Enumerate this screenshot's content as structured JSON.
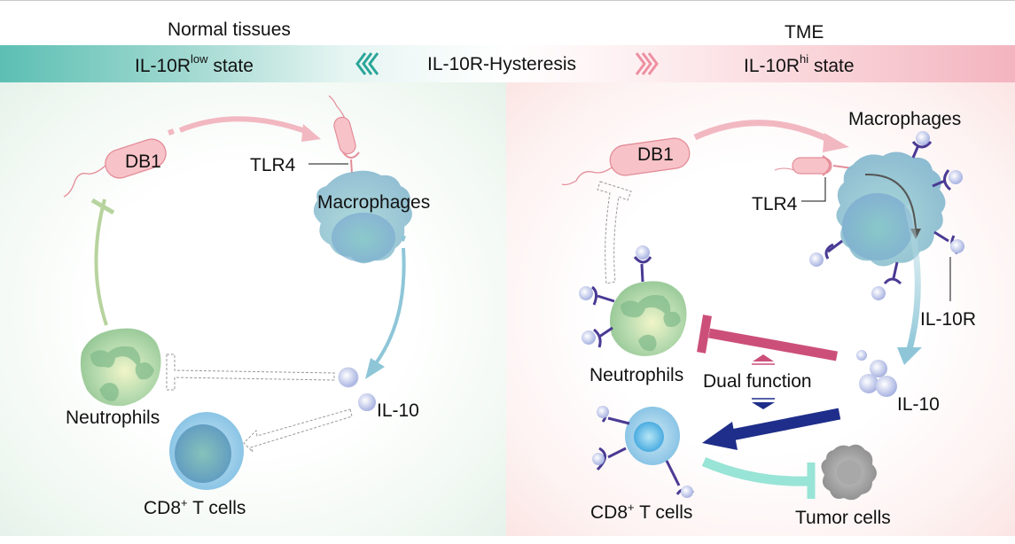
{
  "header": {
    "left_title": "Normal tissues",
    "right_title": "TME",
    "left_state": {
      "prefix": "IL-10R",
      "superscript": "low",
      "suffix": " state"
    },
    "center_label": "IL-10R-Hysteresis",
    "right_state": {
      "prefix": "IL-10R",
      "superscript": "hi",
      "suffix": " state"
    },
    "left_chevrons": "chevrons-left-icon",
    "right_chevrons": "chevrons-right-icon"
  },
  "left_panel": {
    "db1": "DB1",
    "tlr4": "TLR4",
    "macrophages": "Macrophages",
    "neutrophils": "Neutrophils",
    "il10": "IL-10",
    "cd8": {
      "prefix": "CD8",
      "superscript": "+",
      "suffix": " T cells"
    }
  },
  "right_panel": {
    "db1": "DB1",
    "tlr4": "TLR4",
    "macrophages": "Macrophages",
    "il10r": "IL-10R",
    "neutrophils": "Neutrophils",
    "dual_function": "Dual function",
    "il10": "IL-10",
    "cd8": {
      "prefix": "CD8",
      "superscript": "+",
      "suffix": " T cells"
    },
    "tumor": "Tumor cells"
  },
  "colors": {
    "teal": "#2aa699",
    "pink": "#ee8fa0",
    "bacteria_fill": "#f7c3c8",
    "bacteria_stroke": "#e48d99",
    "neutrophil": "#a6d2a0",
    "macrophage": "#8fbfcf",
    "il10_arrow": "#8ec6d8",
    "inhibit_magenta": "#cc4f7a",
    "activate_navy": "#1f2e8a",
    "cd8_inhibit_teal": "#98e4d6",
    "receptor_purple": "#4a3a94",
    "tumor_gray": "#9a9a9a"
  }
}
